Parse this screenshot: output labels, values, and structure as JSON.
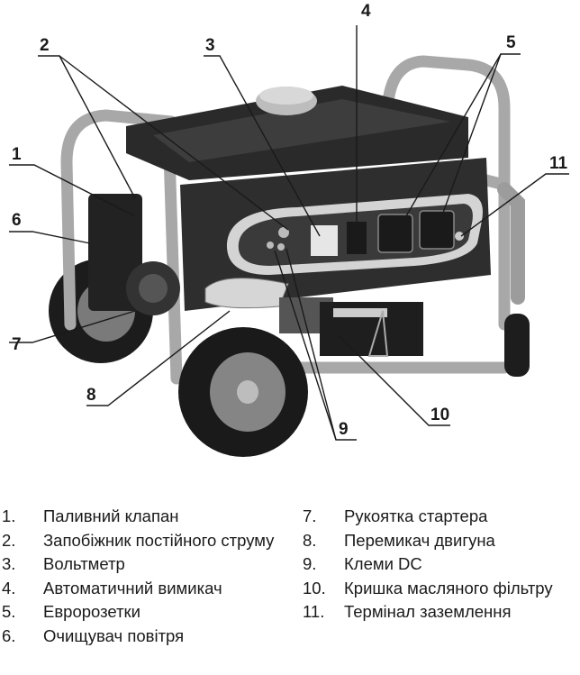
{
  "callouts": [
    {
      "n": "1"
    },
    {
      "n": "2"
    },
    {
      "n": "3"
    },
    {
      "n": "4"
    },
    {
      "n": "5"
    },
    {
      "n": "6"
    },
    {
      "n": "7"
    },
    {
      "n": "8"
    },
    {
      "n": "9"
    },
    {
      "n": "10"
    },
    {
      "n": "11"
    }
  ],
  "legend": {
    "left": [
      {
        "num": "1.",
        "text": "Паливний клапан"
      },
      {
        "num": "2.",
        "text": "Запобіжник постійного струму"
      },
      {
        "num": "3.",
        "text": "Вольтметр"
      },
      {
        "num": "4.",
        "text": "Автоматичний вимикач"
      },
      {
        "num": "5.",
        "text": "Евророзетки"
      },
      {
        "num": "6.",
        "text": "Очищувач повітря"
      }
    ],
    "right": [
      {
        "num": "7.",
        "text": "Рукоятка стартера"
      },
      {
        "num": "8.",
        "text": "Перемикач двигуна"
      },
      {
        "num": "9.",
        "text": "Клеми DC"
      },
      {
        "num": "10.",
        "text": "Кришка масляного фільтру"
      },
      {
        "num": "11.",
        "text": "Термінал заземлення"
      }
    ]
  }
}
